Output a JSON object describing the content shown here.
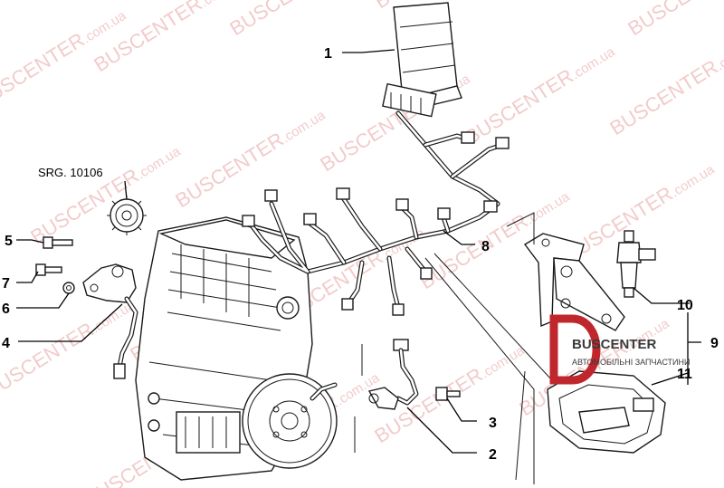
{
  "watermark": {
    "text": "BUSCENTER",
    "domain": ".com.ua",
    "color": "#e8a0a0"
  },
  "reference_note": "SRG. 10106",
  "callouts": [
    {
      "id": "1",
      "label": "1"
    },
    {
      "id": "2",
      "label": "2"
    },
    {
      "id": "3",
      "label": "3"
    },
    {
      "id": "4",
      "label": "4"
    },
    {
      "id": "5",
      "label": "5"
    },
    {
      "id": "6",
      "label": "6"
    },
    {
      "id": "7",
      "label": "7"
    },
    {
      "id": "8",
      "label": "8"
    },
    {
      "id": "9",
      "label": "9"
    },
    {
      "id": "10",
      "label": "10"
    },
    {
      "id": "11",
      "label": "11"
    }
  ],
  "logo": {
    "name": "BUSCENTER",
    "tagline": "АВТОМОБІЛЬНІ ЗАПЧАСТИНИ",
    "brand_color": "#c0272d",
    "accent_color": "#3a3a3a"
  },
  "colors": {
    "lines": "#1a1a1a",
    "background": "#ffffff"
  }
}
